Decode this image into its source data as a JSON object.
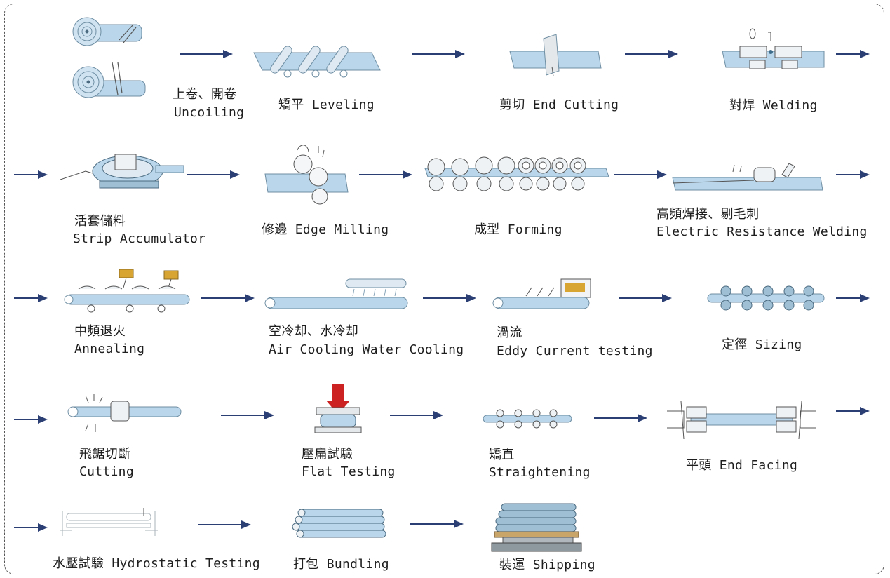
{
  "steps": [
    {
      "zh": "上卷、開卷",
      "en": "Uncoiling"
    },
    {
      "zh": "矯平",
      "en": "Leveling"
    },
    {
      "zh": "剪切",
      "en": "End Cutting"
    },
    {
      "zh": "對焊",
      "en": "Welding"
    },
    {
      "zh": "活套儲料",
      "en": "Strip Accumulator"
    },
    {
      "zh": "修邊",
      "en": "Edge Milling"
    },
    {
      "zh": "成型",
      "en": "Forming"
    },
    {
      "zh": "高頻焊接、剔毛刺",
      "en": "Electric Resistance Welding"
    },
    {
      "zh": "中頻退火",
      "en": "Annealing"
    },
    {
      "zh": "空冷却、水冷却",
      "en": "Air Cooling Water Cooling"
    },
    {
      "zh": "渦流",
      "en": "Eddy Current testing"
    },
    {
      "zh": "定徑",
      "en": "Sizing"
    },
    {
      "zh": "飛鋸切斷",
      "en": "Cutting"
    },
    {
      "zh": "壓扁試驗",
      "en": "Flat Testing"
    },
    {
      "zh": "矯直",
      "en": "Straightening"
    },
    {
      "zh": "平頭",
      "en": "End Facing"
    },
    {
      "zh": "水壓試驗",
      "en": "Hydrostatic Testing"
    },
    {
      "zh": "打包",
      "en": "Bundling"
    },
    {
      "zh": "裝運",
      "en": "Shipping"
    }
  ],
  "colors": {
    "arrow": "#2b3f74",
    "steel": "#b9d6ea",
    "steel_edge": "#6f8ea3",
    "accent": "#d9a532",
    "press": "#cc2222"
  },
  "icons": [
    "coil-icon",
    "leveler-icon",
    "shear-icon",
    "welder-icon",
    "accumulator-icon",
    "edge-mill-icon",
    "forming-rolls-icon",
    "erw-icon",
    "annealing-icon",
    "cooling-icon",
    "eddy-current-icon",
    "sizing-icon",
    "flying-saw-icon",
    "flat-press-icon",
    "straightener-icon",
    "end-facing-icon",
    "hydro-test-icon",
    "bundle-icon",
    "shipping-icon"
  ]
}
